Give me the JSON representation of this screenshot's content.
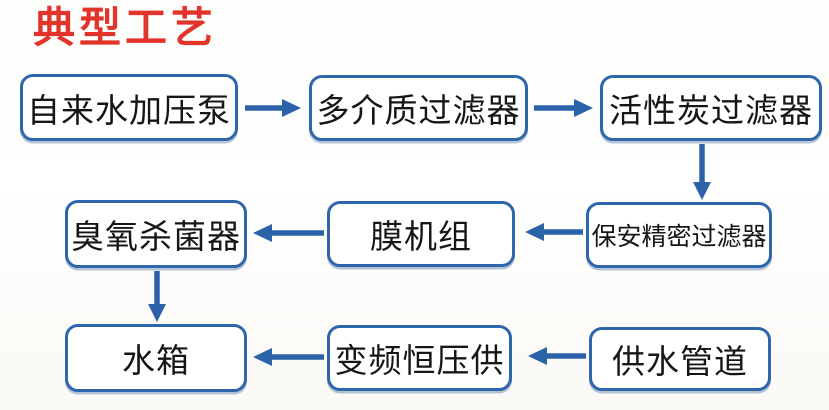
{
  "title": "典型工艺",
  "colors": {
    "heading": "#e2342a",
    "border": "#2e66ab",
    "arrow": "#2b62a8",
    "text": "#161616",
    "background": "#fdfdfc"
  },
  "nodes": [
    {
      "id": "tap-water-pressure-pump",
      "label": "自来水加压泵"
    },
    {
      "id": "multi-media-filter",
      "label": "多介质过滤器"
    },
    {
      "id": "activated-carbon-filter",
      "label": "活性炭过滤器"
    },
    {
      "id": "security-precision-filter",
      "label": "保安精密过滤器"
    },
    {
      "id": "membrane-unit",
      "label": "膜机组"
    },
    {
      "id": "ozone-sterilizer",
      "label": "臭氧杀菌器"
    },
    {
      "id": "water-tank",
      "label": "水箱"
    },
    {
      "id": "vfd-constant-pressure-supply",
      "label": "变频恒压供"
    },
    {
      "id": "water-supply-pipeline",
      "label": "供水管道"
    }
  ],
  "edges": [
    {
      "from": "自来水加压泵",
      "to": "多介质过滤器",
      "direction": "right"
    },
    {
      "from": "多介质过滤器",
      "to": "活性炭过滤器",
      "direction": "right"
    },
    {
      "from": "活性炭过滤器",
      "to": "保安精密过滤器",
      "direction": "down"
    },
    {
      "from": "保安精密过滤器",
      "to": "膜机组",
      "direction": "left"
    },
    {
      "from": "膜机组",
      "to": "臭氧杀菌器",
      "direction": "left"
    },
    {
      "from": "臭氧杀菌器",
      "to": "水箱",
      "direction": "down"
    },
    {
      "from": "供水管道",
      "to": "变频恒压供",
      "direction": "left"
    },
    {
      "from": "变频恒压供",
      "to": "水箱",
      "direction": "left"
    }
  ]
}
